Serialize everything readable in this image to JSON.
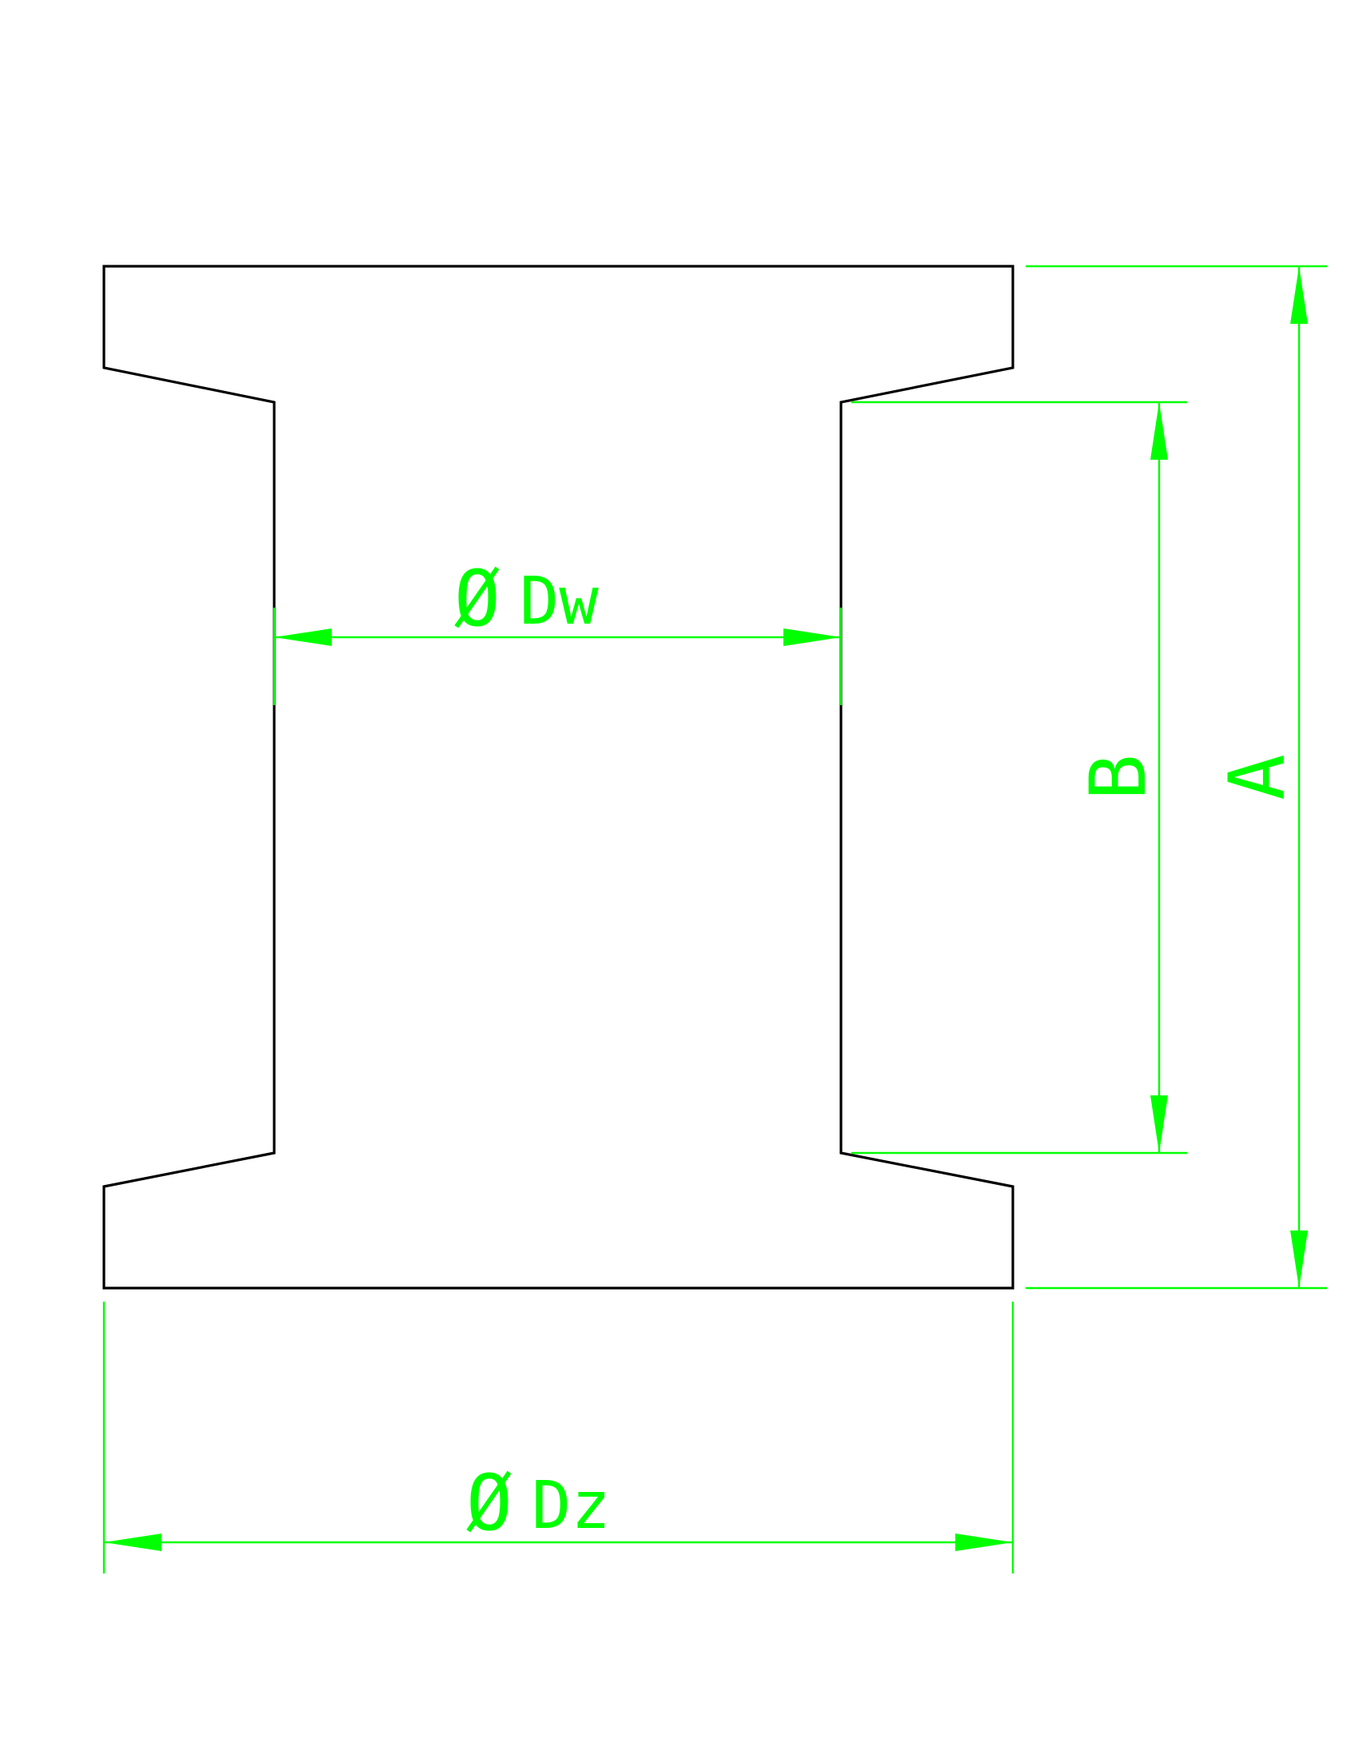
{
  "colors": {
    "outline": "#000000",
    "dimension": "#00ff00",
    "background": "#ffffff"
  },
  "labels": {
    "inner_diameter": {
      "symbol": "Ø",
      "text": "Dw"
    },
    "outer_diameter": {
      "symbol": "Ø",
      "text": "Dz"
    },
    "inner_width": "B",
    "overall_width": "A"
  }
}
